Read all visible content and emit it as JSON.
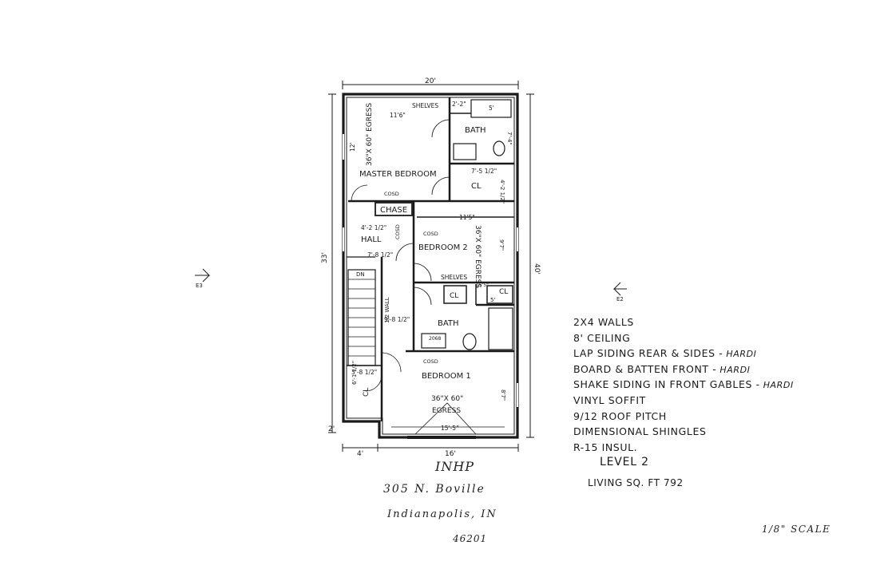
{
  "plan": {
    "overall_width": "20'",
    "overall_depth_left": "33'",
    "overall_depth_right": "40'",
    "left_step": "2'",
    "bottom_dims": [
      "4'",
      "16'"
    ],
    "section_markers": [
      "E3",
      "E2"
    ],
    "rooms": {
      "master_bedroom": "MASTER BEDROOM",
      "bath_upper": "BATH",
      "cl_upper": "CL",
      "chase": "CHASE",
      "hall": "HALL",
      "bedroom2": "BEDROOM 2",
      "cl_mid_left": "CL",
      "cl_mid_right": "CL",
      "bath_lower": "BATH",
      "bedroom1": "BEDROOM 1",
      "cl_lower": "CL",
      "dn": "DN",
      "half_wall": "1/2 WALL"
    },
    "labels": {
      "shelves_upper": "SHELVES",
      "shelves_mid": "SHELVES",
      "dim_11_6": "11'6\"",
      "dim_2_2": "2'-2\"",
      "dim_5": "5'",
      "dim_7_4": "7'-4\"",
      "dim_12": "12'",
      "dim_7_5_half": "7'-5 1/2\"",
      "dim_4_2_half_upper": "4'-2 1/2\"",
      "dim_11_5": "11'5\"",
      "dim_4_2_half_hall": "4'-2 1/2\"",
      "dim_7_8_half": "7'-8 1/2\"",
      "dim_9_8_half": "9'-8 1/2\"",
      "dim_3_8_half": "3'-8 1/2\"",
      "dim_6_1_half": "6'-1 1/2\"",
      "dim_15_5": "15'-5\"",
      "dim_9_7": "9'7\"",
      "dim_8_7": "8'7\"",
      "dim_5_mid": "5'",
      "dim_15_5_small": "15'5\"",
      "door_2068": "2068",
      "egress_master": "36\"X 60\" EGRESS",
      "egress_bed2": "36\"X 60\" EGRESS",
      "egress_bed1_size": "36\"X 60\"",
      "egress_bed1": "EGRESS",
      "door_cosd_1": "COSD",
      "door_cosd_2": "COSD",
      "door_cosd_3": "COSD",
      "door_cosd_4": "COSD"
    }
  },
  "notes": [
    {
      "text": "2X4 WALLS",
      "suffix": ""
    },
    {
      "text": "8' CEILING",
      "suffix": ""
    },
    {
      "text": "LAP SIDING REAR & SIDES -",
      "suffix": "HARDI"
    },
    {
      "text": "BOARD & BATTEN FRONT -",
      "suffix": "HARDI"
    },
    {
      "text": "SHAKE SIDING IN FRONT GABLES -",
      "suffix": "HARDI"
    },
    {
      "text": "VINYL SOFFIT",
      "suffix": ""
    },
    {
      "text": "9/12 ROOF PITCH",
      "suffix": ""
    },
    {
      "text": "DIMENSIONAL SHINGLES",
      "suffix": ""
    },
    {
      "text": "R-15 INSUL.",
      "suffix": ""
    }
  ],
  "level": "LEVEL 2",
  "living_sqft": "LIVING SQ. FT 792",
  "handwritten": {
    "org": "INHP",
    "address": "305 N. Boville",
    "city": "Indianapolis, IN",
    "zip": "46201",
    "scale": "1/8\" SCALE"
  }
}
